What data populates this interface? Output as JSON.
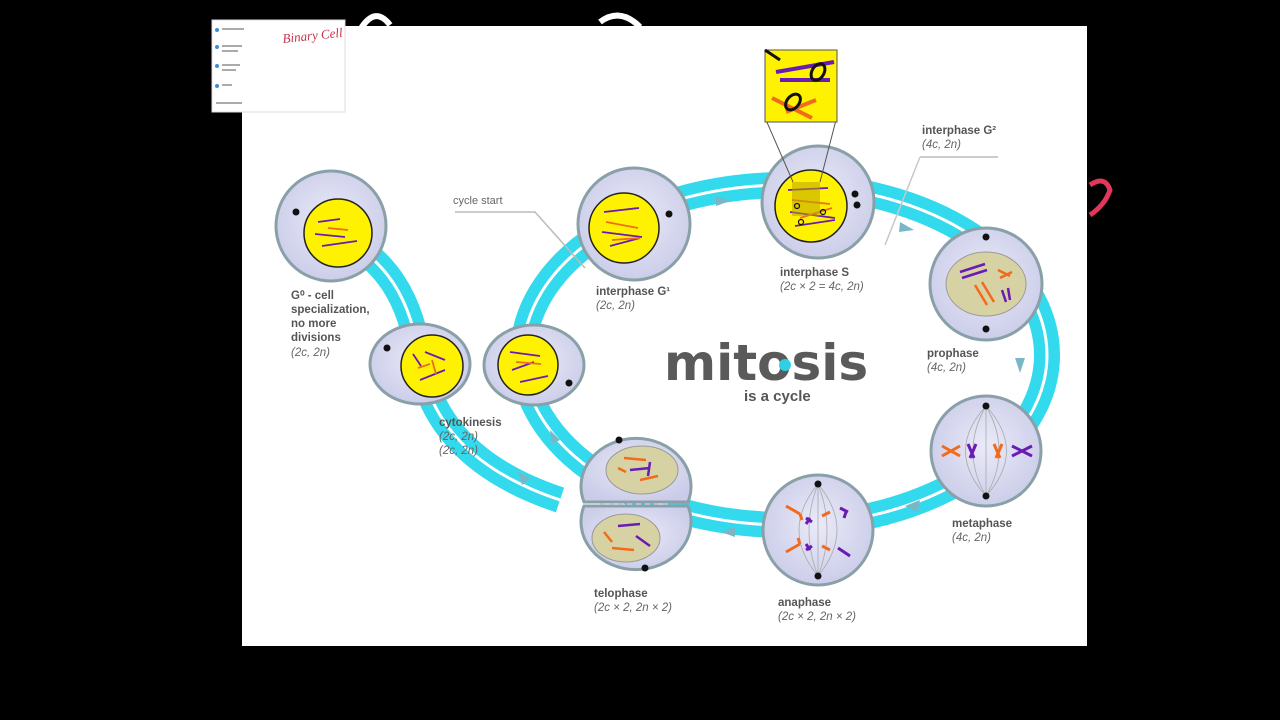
{
  "overlay": {
    "handwritten_note": "Binary Cell"
  },
  "diagram": {
    "title": "mitosis",
    "subtitle": "is a cycle",
    "cycle_start": "cycle start",
    "stages": {
      "g0": {
        "label_lines": [
          "G⁰ - cell",
          "specialization,",
          "no more",
          "divisions"
        ],
        "detail": "(2c, 2n)"
      },
      "g1": {
        "label": "interphase G¹",
        "detail": "(2c, 2n)"
      },
      "s": {
        "label": "interphase S",
        "detail": "(2c × 2 = 4c, 2n)"
      },
      "g2": {
        "label": "interphase G²",
        "detail": "(4c, 2n)"
      },
      "prophase": {
        "label": "prophase",
        "detail": "(4c, 2n)"
      },
      "metaphase": {
        "label": "metaphase",
        "detail": "(4c, 2n)"
      },
      "anaphase": {
        "label": "anaphase",
        "detail": "(2c × 2, 2n × 2)"
      },
      "telophase": {
        "label": "telophase",
        "detail": "(2c × 2, 2n × 2)"
      },
      "cytokinesis": {
        "label": "cytokinesis",
        "detail_1": "(2c, 2n)",
        "detail_2": "(2c, 2n)"
      }
    }
  },
  "colors": {
    "background": "#000000",
    "slide": "#ffffff",
    "track": "#33d9ec",
    "cell": "#d9d9f2",
    "cell_border": "#8aa0a8",
    "nucleus": "#fff200",
    "chromosome_orange": "#f26b1d",
    "chromosome_purple": "#6a1bb3",
    "nucleoplasm": "#d6d2a4"
  }
}
